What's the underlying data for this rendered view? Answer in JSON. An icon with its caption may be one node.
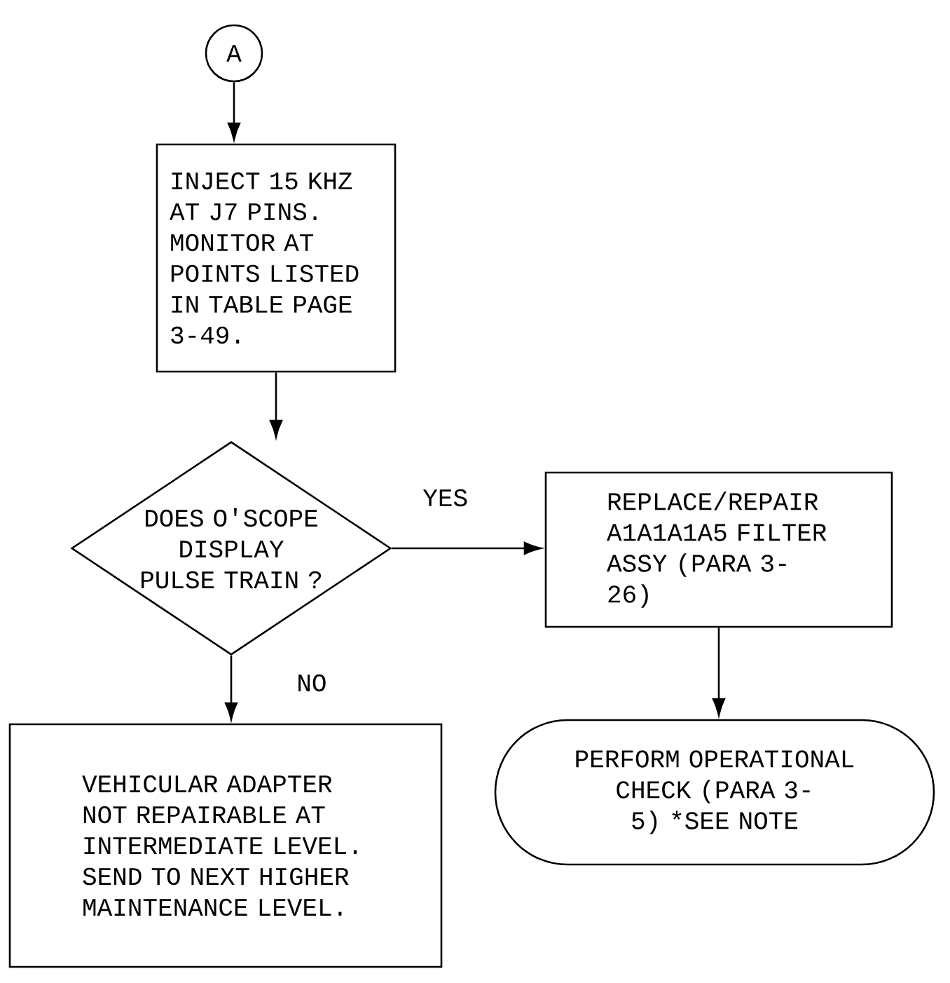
{
  "diagram": {
    "nodes": [
      {
        "text": [
          "A"
        ]
      },
      {
        "text": [
          "INJECT 15 KHZ AT J7 PINS. MONITOR AT POINTS LISTED IN TABLE PAGE 3-49."
        ]
      },
      {
        "text": [
          "DOES O'SCOPE DISPLAY PULSE TRAIN ?"
        ]
      },
      {
        "text": [
          "REPLACE/REPAIR A1A1A1A5 FILTER ASSY (PARA 3-26)"
        ]
      },
      {
        "text": [
          "PERFORM OPERATIONAL CHECK (PARA 3-5) *SEE NOTE"
        ]
      },
      {
        "text": [
          "VEHICULAR ADAPTER NOT REPAIRABLE AT INTERMEDIATE LEVEL. SEND TO NEXT HIGHER MAINTENANCE LEVEL."
        ]
      }
    ],
    "edges": [
      {
        "from": 0,
        "to": 1,
        "arrow": "to"
      },
      {
        "from": 1,
        "to": 2,
        "arrow": "to"
      },
      {
        "from": 2,
        "to": 3,
        "arrow": "to",
        "label": "YES"
      },
      {
        "from": 2,
        "to": 5,
        "arrow": "to",
        "label": "NO"
      },
      {
        "from": 3,
        "to": 4,
        "arrow": "to"
      }
    ]
  }
}
